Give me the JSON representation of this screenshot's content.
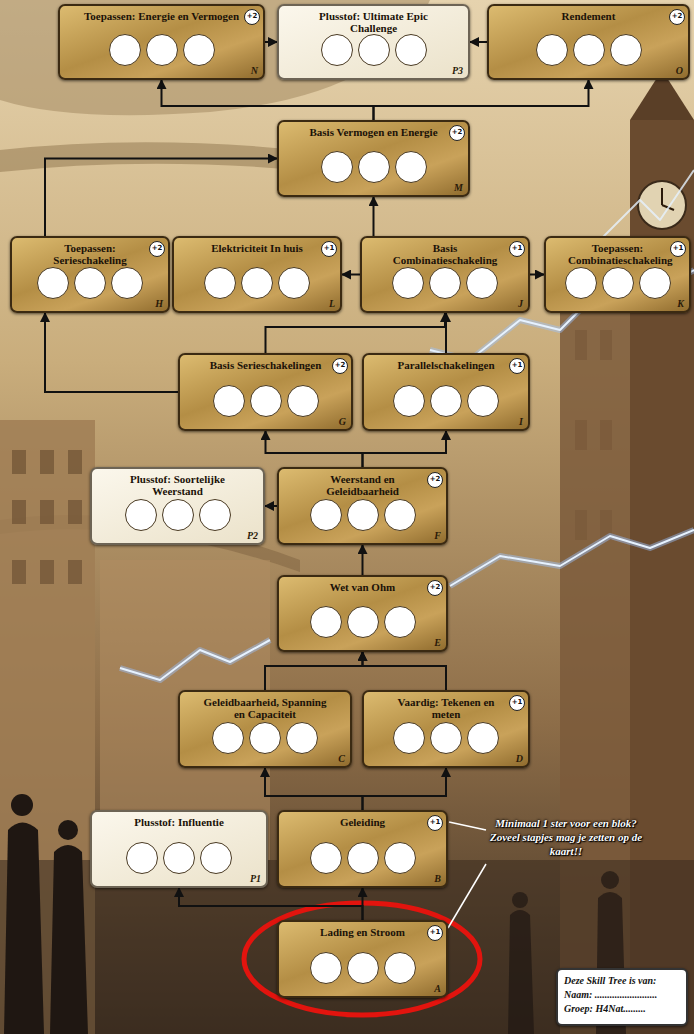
{
  "diagram": {
    "nodes": [
      {
        "text": [
          "Toepassen: Energie en Vermogen",
          "+2",
          "N"
        ]
      },
      {
        "text": [
          "Plusstof: Ultimate Epic Challenge",
          "P3"
        ]
      },
      {
        "text": [
          "Rendement",
          "+2",
          "O"
        ]
      },
      {
        "text": [
          "Basis Vermogen en Energie",
          "+2",
          "M"
        ]
      },
      {
        "text": [
          "Toepassen: Serieschakeling",
          "+2",
          "H"
        ]
      },
      {
        "text": [
          "Elektriciteit In huis",
          "+1",
          "L"
        ]
      },
      {
        "text": [
          "Basis Combinatieschakeling",
          "+1",
          "J"
        ]
      },
      {
        "text": [
          "Toepassen: Combinatieschakeling",
          "+1",
          "K"
        ]
      },
      {
        "text": [
          "Basis Serieschakelingen",
          "+2",
          "G"
        ]
      },
      {
        "text": [
          "Parallelschakelingen",
          "+1",
          "I"
        ]
      },
      {
        "text": [
          "Plusstof: Soortelijke Weerstand",
          "P2"
        ]
      },
      {
        "text": [
          "Weerstand en Geleidbaarheid",
          "+2",
          "F"
        ]
      },
      {
        "text": [
          "Wet van Ohm",
          "+2",
          "E"
        ]
      },
      {
        "text": [
          "Geleidbaarheid, Spanning en Capaciteit",
          "C"
        ]
      },
      {
        "text": [
          "Vaardig: Tekenen en meten",
          "+1",
          "D"
        ]
      },
      {
        "text": [
          "Plusstof: Influentie",
          "P1"
        ]
      },
      {
        "text": [
          "Geleiding",
          "+1",
          "B"
        ]
      },
      {
        "text": [
          "Lading en Stroom",
          "+1",
          "A"
        ]
      },
      {
        "text": [
          "Deze Skill Tree is van:",
          "Naam: .........................",
          "Groep: H4Nat........."
        ]
      }
    ],
    "edges": [
      {
        "from": 17,
        "to": 16,
        "arrow": "to"
      },
      {
        "from": 17,
        "to": 15,
        "arrow": "to"
      },
      {
        "from": 16,
        "to": 13,
        "arrow": "to"
      },
      {
        "from": 16,
        "to": 14,
        "arrow": "to"
      },
      {
        "from": 13,
        "to": 12,
        "arrow": "to"
      },
      {
        "from": 14,
        "to": 12,
        "arrow": "to"
      },
      {
        "from": 12,
        "to": 11,
        "arrow": "to"
      },
      {
        "from": 11,
        "to": 10,
        "arrow": "to"
      },
      {
        "from": 11,
        "to": 8,
        "arrow": "to"
      },
      {
        "from": 11,
        "to": 9,
        "arrow": "to"
      },
      {
        "from": 8,
        "to": 4,
        "arrow": "to"
      },
      {
        "from": 8,
        "to": 6,
        "arrow": "to"
      },
      {
        "from": 9,
        "to": 6,
        "arrow": "to"
      },
      {
        "from": 6,
        "to": 5,
        "arrow": "to"
      },
      {
        "from": 6,
        "to": 7,
        "arrow": "to"
      },
      {
        "from": 6,
        "to": 3,
        "arrow": "to"
      },
      {
        "from": 4,
        "to": 3,
        "arrow": "to"
      },
      {
        "from": 3,
        "to": 0,
        "arrow": "to"
      },
      {
        "from": 3,
        "to": 2,
        "arrow": "to"
      },
      {
        "from": 0,
        "to": 1,
        "arrow": "to"
      },
      {
        "from": 2,
        "to": 1,
        "arrow": "to"
      }
    ],
    "labels": [
      "Minimaal 1 ster voor een blok? Zoveel stapjes mag je zetten op de kaart!!"
    ]
  }
}
